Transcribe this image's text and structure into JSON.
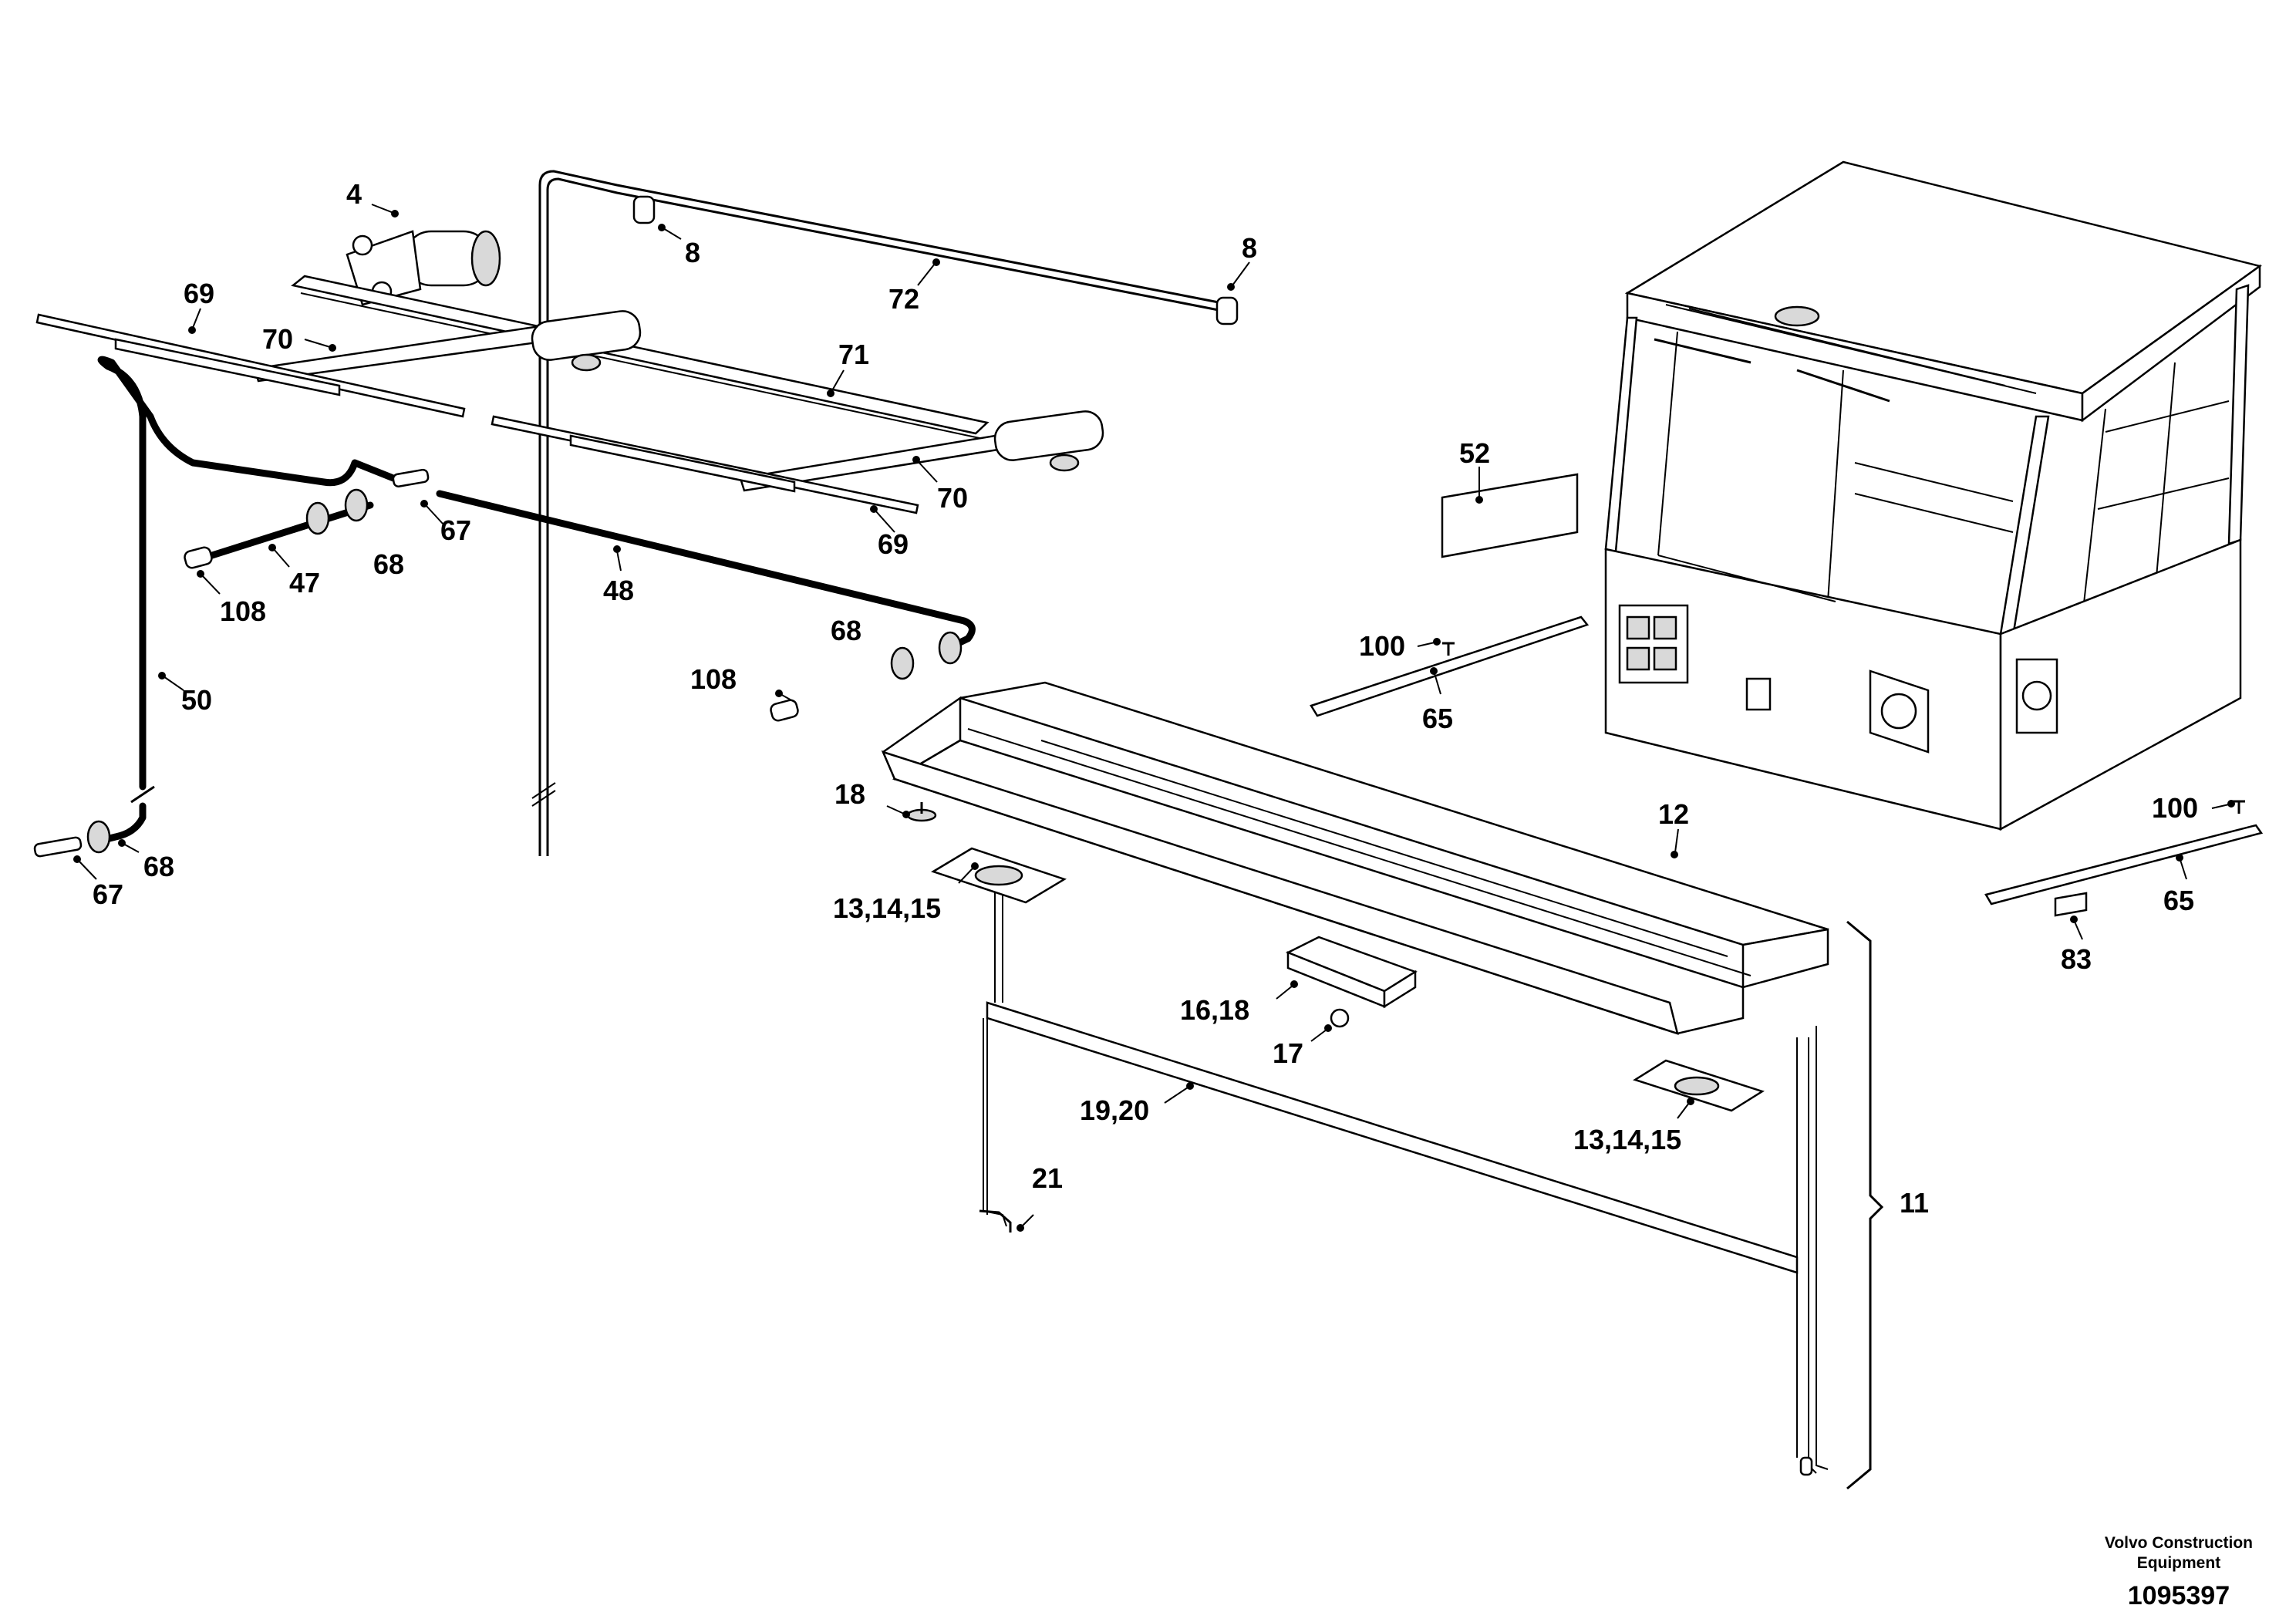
{
  "callouts": {
    "c4": "4",
    "c8a": "8",
    "c8b": "8",
    "c72": "72",
    "c69a": "69",
    "c70a": "70",
    "c71": "71",
    "c70b": "70",
    "c69b": "69",
    "c67a": "67",
    "c47": "47",
    "c68a": "68",
    "c108a": "108",
    "c48": "48",
    "c68b": "68",
    "c108b": "108",
    "c50": "50",
    "c67b": "67",
    "c68c": "68",
    "c52": "52",
    "c100a": "100",
    "c65a": "65",
    "c18": "18",
    "c12": "12",
    "c131415a": "13,14,15",
    "c1618": "16,18",
    "c17": "17",
    "c1920": "19,20",
    "c21": "21",
    "c131415b": "13,14,15",
    "c11": "11",
    "c100b": "100",
    "c65b": "65",
    "c83": "83"
  },
  "footer": {
    "brand_line1": "Volvo Construction",
    "brand_line2": "Equipment",
    "drawing_number": "1095397"
  }
}
